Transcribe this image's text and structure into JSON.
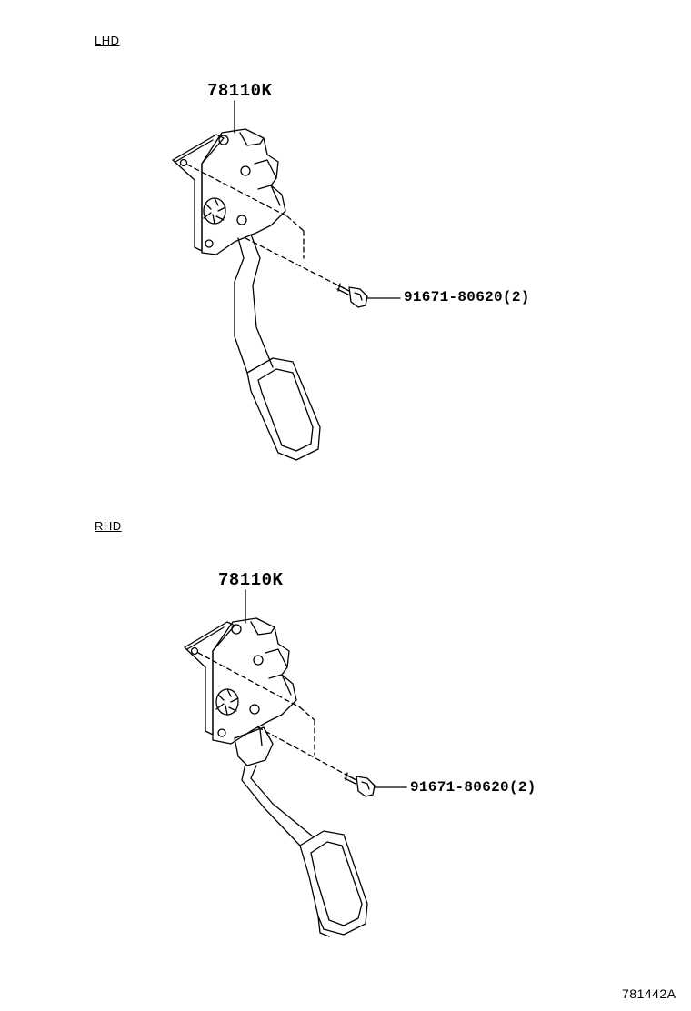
{
  "sections": [
    {
      "header": "LHD",
      "part_number": "78110K",
      "bolt_label": "91671-80620(2)"
    },
    {
      "header": "RHD",
      "part_number": "78110K",
      "bolt_label": "91671-80620(2)"
    }
  ],
  "illustration_id": "781442A"
}
